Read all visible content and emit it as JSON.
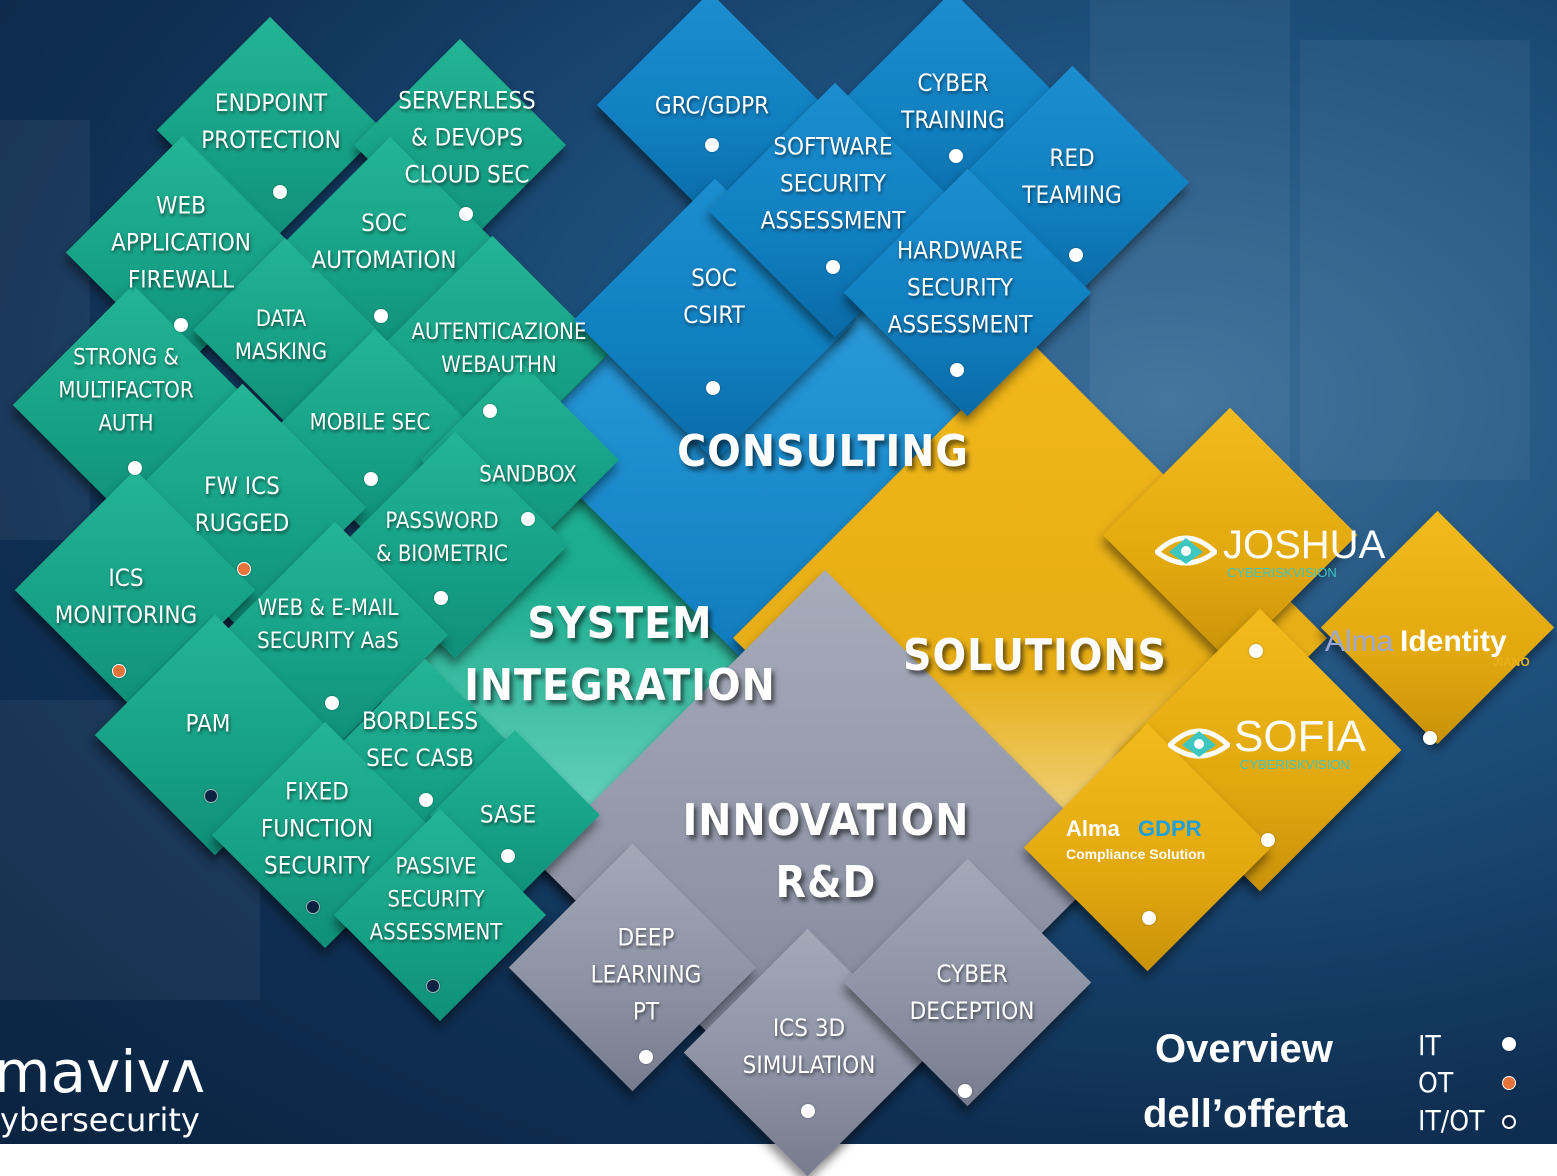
{
  "title": {
    "line1": "Overview",
    "line2": "dell’offerta"
  },
  "legend": [
    {
      "label": "IT",
      "type": "it"
    },
    {
      "label": "OT",
      "type": "ot"
    },
    {
      "label": "IT/OT",
      "type": "itot"
    }
  ],
  "brand": {
    "name": "mavivʌ",
    "tagline": "ybersecurity"
  },
  "colors": {
    "green": "#1bab8d",
    "blue": "#107fc0",
    "gold": "#e2a90f",
    "grey": "#8b91a3",
    "ot_dot": "#e5733a",
    "itot_dot": "#0d2240"
  },
  "categories": {
    "consulting": "CONSULTING",
    "system_integration": "SYSTEM\nINTEGRATION",
    "solutions": "SOLUTIONS",
    "innovation": "INNOVATION\nR&D"
  },
  "system_integration_items": {
    "endpoint": "ENDPOINT\nPROTECTION",
    "serverless": "SERVERLESS\n& DEVOPS\nCLOUD SEC",
    "waf": "WEB\nAPPLICATION\nFIREWALL",
    "soc_automation": "SOC\nAUTOMATION",
    "data_masking": "DATA\nMASKING",
    "strong_auth": "STRONG &\nMULTIFACTOR\nAUTH",
    "webauthn": "AUTENTICAZIONE\nWEBAUTHN",
    "mobile_sec": "MOBILE SEC",
    "sandbox": "SANDBOX",
    "fw_ics": "FW ICS\nRUGGED",
    "password": "PASSWORD\n& BIOMETRIC",
    "ics_monitoring": "ICS\nMONITORING",
    "web_email": "WEB & E-MAIL\nSECURITY AaS",
    "pam": "PAM",
    "bordless": "BORDLESS\nSEC CASB",
    "fixed_function": "FIXED\nFUNCTION\nSECURITY",
    "sase": "SASE",
    "passive": "PASSIVE\nSECURITY\nASSESSMENT"
  },
  "consulting_items": {
    "grc": "GRC/GDPR",
    "cyber_training": "CYBER\nTRAINING",
    "software_security": "SOFTWARE\nSECURITY\nASSESSMENT",
    "red_teaming": "RED\nTEAMING",
    "soc_csirt": "SOC\nCSIRT",
    "hardware_security": "HARDWARE\nSECURITY\nASSESSMENT"
  },
  "solutions_items": {
    "joshua": "JOSHUA",
    "joshua_sub": "CYBERISKVISION",
    "almaidentity_a": "Alma",
    "almaidentity_b": "Identity",
    "almaidentity_sub": "JIANO",
    "sofia": "SOFIA",
    "sofia_sub": "CYBERISKVISION",
    "alma_gdpr_a": "Alma",
    "alma_gdpr_b": "GDPR",
    "alma_gdpr_sub": "Compliance Solution"
  },
  "innovation_items": {
    "deep_learning": "DEEP\nLEARNING\nPT",
    "ics3d": "ICS 3D\nSIMULATION",
    "cyber_deception": "CYBER\nDECEPTION"
  }
}
